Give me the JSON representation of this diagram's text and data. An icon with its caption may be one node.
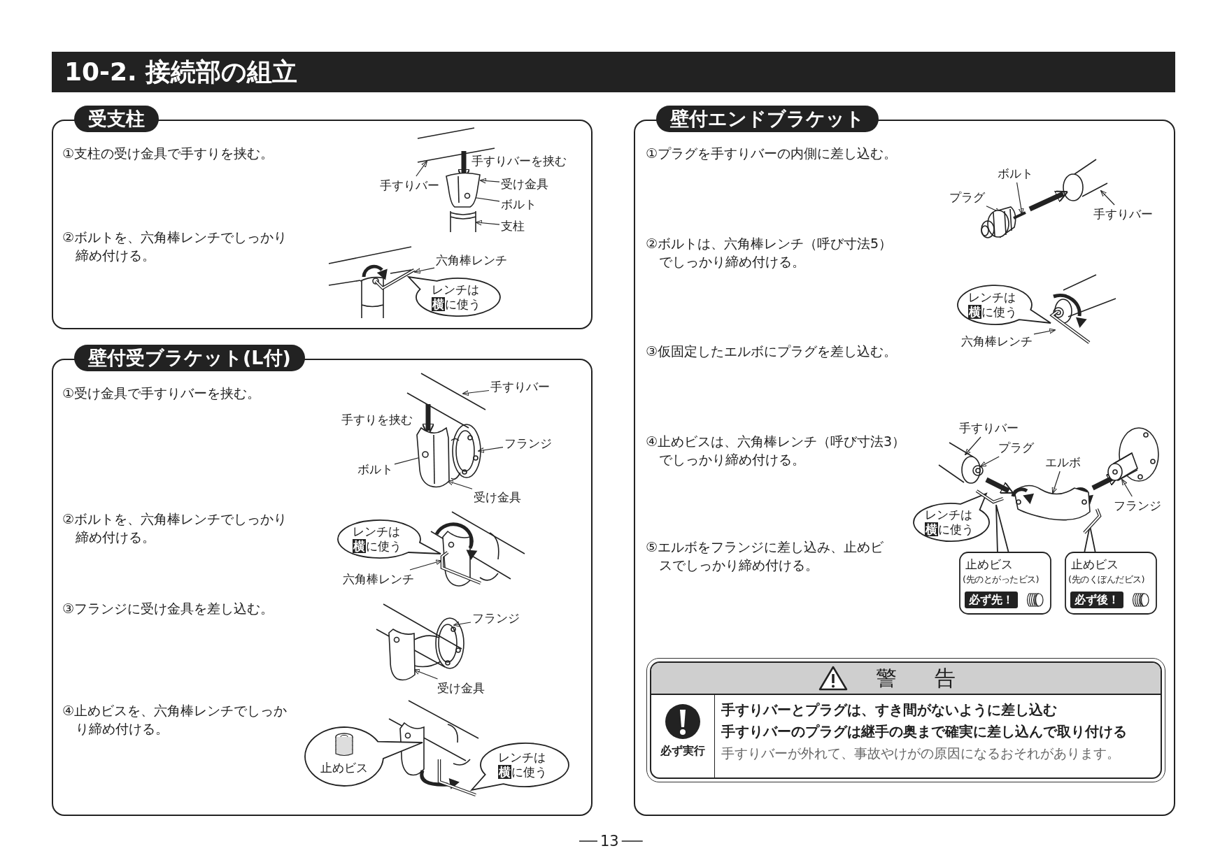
{
  "diagram": {
    "title": "10-2. 接続部の組立",
    "nodes": [
      {
        "text": [
          "受支柱"
        ]
      },
      {
        "text": [
          "手すりバー"
        ],
        "in": 0
      },
      {
        "text": [
          "受け金具"
        ],
        "in": 0
      },
      {
        "text": [
          "ボルト"
        ],
        "in": 0
      },
      {
        "text": [
          "支柱"
        ],
        "in": 0
      },
      {
        "text": [
          "六角棒レンチ"
        ],
        "in": 0
      },
      {
        "text": [
          "レンチは**横**に使う"
        ],
        "in": 0
      },
      {
        "text": [
          "壁付受ブラケット(L付)"
        ]
      },
      {
        "text": [
          "手すりバー"
        ],
        "in": 7
      },
      {
        "text": [
          "フランジ"
        ],
        "in": 7
      },
      {
        "text": [
          "ボルト"
        ],
        "in": 7
      },
      {
        "text": [
          "受け金具"
        ],
        "in": 7
      },
      {
        "text": [
          "レンチは**横**に使う"
        ],
        "in": 7
      },
      {
        "text": [
          "六角棒レンチ"
        ],
        "in": 7
      },
      {
        "text": [
          "フランジ"
        ],
        "in": 7
      },
      {
        "text": [
          "受け金具"
        ],
        "in": 7
      },
      {
        "text": [
          "止めビス"
        ],
        "in": 7
      },
      {
        "text": [
          "レンチは**横**に使う"
        ],
        "in": 7
      },
      {
        "text": [
          "壁付エンドブラケット"
        ]
      },
      {
        "text": [
          "ボルト"
        ],
        "in": 18
      },
      {
        "text": [
          "プラグ"
        ],
        "in": 18
      },
      {
        "text": [
          "手すりバー"
        ],
        "in": 18
      },
      {
        "text": [
          "レンチは**横**に使う"
        ],
        "in": 18
      },
      {
        "text": [
          "六角棒レンチ"
        ],
        "in": 18
      },
      {
        "text": [
          "手すりバー"
        ],
        "in": 18
      },
      {
        "text": [
          "プラグ"
        ],
        "in": 18
      },
      {
        "text": [
          "エルボ"
        ],
        "in": 18
      },
      {
        "text": [
          "フランジ"
        ],
        "in": 18
      },
      {
        "text": [
          "レンチは**横**に使う"
        ],
        "in": 18
      },
      {
        "text": [
          "止めビス",
          "(先のとがったビス)",
          "必ず先！"
        ],
        "in": 18
      },
      {
        "text": [
          "止めビス",
          "(先のくぼんだビス)",
          "必ず後！"
        ],
        "in": 18
      },
      {
        "text": [
          "警告",
          "必ず実行",
          "手すりバーとプラグは、すき間がないように差し込む",
          "手すりバーのプラグは継手の奥まで確実に差し込んで取り付ける",
          "手すりバーが外れて、事故やけがの原因になるおそれがあります。"
        ],
        "in": 18
      },
      {
        "text": [],
        "shape": "picture",
        "in": 0
      },
      {
        "text": [],
        "shape": "picture",
        "in": 0
      },
      {
        "text": [],
        "shape": "circle",
        "in": 33
      },
      {
        "text": [],
        "shape": "picture",
        "in": 0
      },
      {
        "text": [],
        "shape": "picture",
        "in": 0
      },
      {
        "text": [],
        "shape": "picture",
        "in": 7
      },
      {
        "text": [],
        "shape": "picture",
        "in": 7
      },
      {
        "text": [],
        "shape": "picture",
        "in": 7
      },
      {
        "text": [],
        "shape": "circle",
        "in": 39
      },
      {
        "text": [],
        "shape": "picture",
        "in": 7
      },
      {
        "text": [],
        "shape": "picture",
        "in": 7
      },
      {
        "text": [],
        "shape": "picture",
        "in": 7
      },
      {
        "text": [],
        "shape": "picture",
        "in": 7
      },
      {
        "text": [],
        "shape": "picture",
        "in": 18
      },
      {
        "text": [],
        "shape": "picture",
        "in": 18
      },
      {
        "text": [],
        "shape": "picture",
        "in": 18
      },
      {
        "text": [],
        "shape": "picture",
        "in": 18
      },
      {
        "text": [],
        "shape": "picture",
        "in": 18
      },
      {
        "text": [],
        "shape": "picture",
        "in": 18
      },
      {
        "text": [],
        "shape": "picture",
        "in": 18
      },
      {
        "text": [],
        "shape": "picture",
        "in": 18
      },
      {
        "text": [],
        "shape": "picture",
        "in": 18
      },
      {
        "text": [],
        "shape": "picture",
        "in": 18
      }
    ],
    "edges": [
      {
        "from": 1,
        "to": 32,
        "arrow": "to"
      },
      {
        "from": 2,
        "to": 33,
        "arrow": "to"
      },
      {
        "from": 3,
        "to": 34,
        "arrow": "to"
      },
      {
        "from": 4,
        "to": 35,
        "arrow": "to"
      },
      {
        "from": 5,
        "to": 36,
        "arrow": "to"
      },
      {
        "from": 8,
        "to": 37,
        "arrow": "to"
      },
      {
        "from": 9,
        "to": 38,
        "arrow": "to"
      },
      {
        "from": 10,
        "to": 40,
        "arrow": "to"
      },
      {
        "from": 11,
        "to": 39,
        "arrow": "to"
      },
      {
        "from": 13,
        "to": 41,
        "arrow": "to"
      },
      {
        "from": 14,
        "to": 42,
        "arrow": "to"
      },
      {
        "from": 15,
        "to": 43,
        "arrow": "to"
      },
      {
        "from": 19,
        "to": 46,
        "arrow": "to"
      },
      {
        "from": 20,
        "to": 45,
        "arrow": "to"
      },
      {
        "from": 21,
        "to": 47,
        "arrow": "to"
      },
      {
        "from": 23,
        "to": 48,
        "arrow": "to"
      },
      {
        "from": 24,
        "to": 49,
        "arrow": "to"
      },
      {
        "from": 25,
        "to": 50,
        "arrow": "to"
      },
      {
        "from": 26,
        "to": 51,
        "arrow": "to"
      },
      {
        "from": 27,
        "to": 52,
        "arrow": "to"
      },
      {
        "from": 46,
        "to": 47,
        "arrow": "to",
        "style": "thick"
      },
      {
        "from": 50,
        "to": 51,
        "arrow": "to",
        "style": "thick"
      },
      {
        "from": 51,
        "to": 52,
        "arrow": "to",
        "style": "thick"
      },
      {
        "from": 32,
        "to": 33,
        "arrow": "to",
        "style": "thick",
        "label": "手すりバーを挟む"
      },
      {
        "from": 37,
        "to": 39,
        "arrow": "to",
        "style": "thick",
        "label": "手すりを挟む"
      }
    ],
    "labels": [
      "①支柱の受け金具で手すりを挟む。",
      "②ボルトを、六角棒レンチでしっかり締め付ける。",
      "①受け金具で手すりバーを挟む。",
      "②ボルトを、六角棒レンチでしっかり締め付ける。",
      "③フランジに受け金具を差し込む。",
      "④止めビスを、六角棒レンチでしっかり締め付ける。",
      "①プラグを手すりバーの内側に差し込む。",
      "②ボルトは、六角棒レンチ（呼び寸法5）でしっかり締め付ける。",
      "③仮固定したエルボにプラグを差し込む。",
      "④止めビスは、六角棒レンチ（呼び寸法3）でしっかり締め付ける。",
      "⑤エルボをフランジに差し込み、止めビスでしっかり締め付ける。",
      "13"
    ]
  }
}
